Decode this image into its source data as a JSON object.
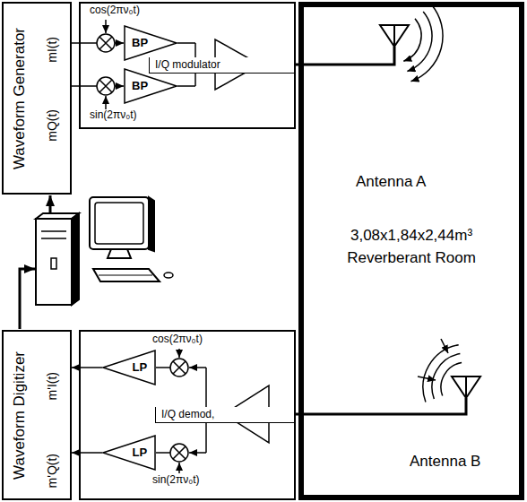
{
  "diagram": {
    "nodes": [
      {
        "text": [
          "Waveform Generator",
          "mI(t)",
          "mQ(t)"
        ]
      },
      {
        "text": [
          "I/Q modulator"
        ]
      },
      {
        "text": [
          "BP"
        ],
        "in": 1
      },
      {
        "text": [
          "BP"
        ],
        "in": 1
      },
      {
        "text": [
          "3,08x1,84x2,44m³ Reverberant Room"
        ]
      },
      {
        "text": [
          "Waveform Digitizer",
          "m'I(t)",
          "m'Q(t)"
        ]
      },
      {
        "text": [
          "I/Q demod,"
        ]
      },
      {
        "text": [
          "LP"
        ],
        "in": 6
      },
      {
        "text": [
          "LP"
        ],
        "in": 6
      }
    ],
    "edges": [
      {
        "from": 0,
        "to": 2,
        "arrow": "to"
      },
      {
        "from": 0,
        "to": 3,
        "arrow": "to"
      },
      {
        "from": 7,
        "to": 5,
        "arrow": "to"
      },
      {
        "from": 8,
        "to": 5,
        "arrow": "to"
      }
    ],
    "labels": [
      "cos(2πν₀t)",
      "sin(2πν₀t)",
      "Antenna A",
      "cos(2πν₀t)",
      "sin(2πν₀t)",
      "Antenna B"
    ]
  }
}
